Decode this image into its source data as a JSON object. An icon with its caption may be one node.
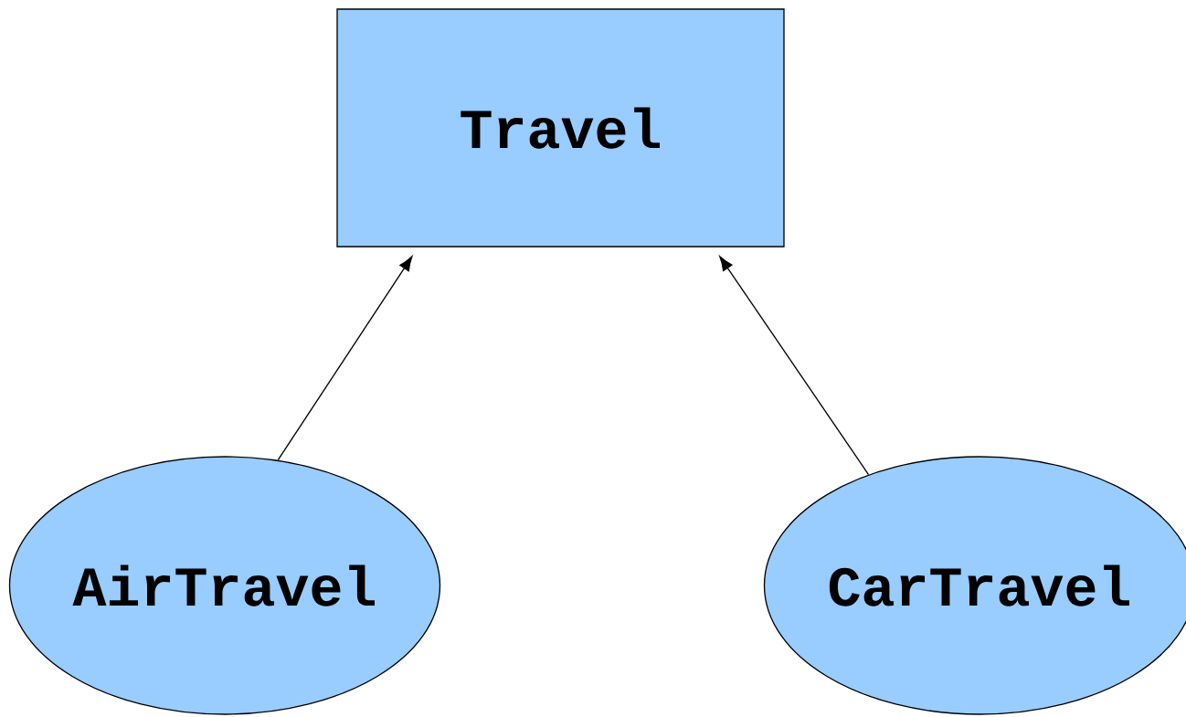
{
  "diagram": {
    "nodes": [
      {
        "text": [
          "Travel"
        ]
      },
      {
        "text": [
          "AirTravel"
        ]
      },
      {
        "text": [
          "CarTravel"
        ]
      }
    ],
    "edges": [
      {
        "from": 1,
        "to": 0,
        "arrow": "to"
      },
      {
        "from": 2,
        "to": 0,
        "arrow": "to"
      }
    ]
  }
}
